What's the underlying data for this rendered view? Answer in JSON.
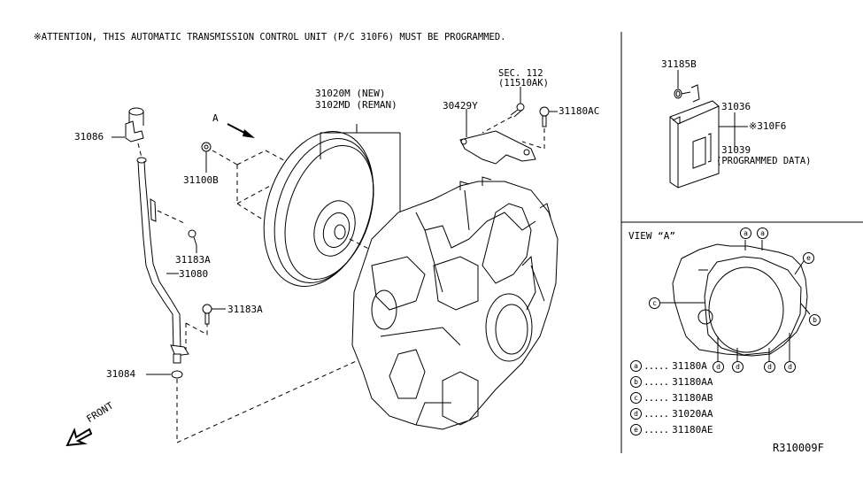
{
  "notice": "※ATTENTION, THIS AUTOMATIC TRANSMISSION CONTROL UNIT (P/C 310F6) MUST BE PROGRAMMED.",
  "diagram_id": "R310009F",
  "front_label": "FRONT",
  "view_arrow_label": "A",
  "main_parts": {
    "dipstick_tube_cap": "31086",
    "torque_converter_nut": "31100B",
    "bolt_upper": "31183A",
    "charging_pipe": "31080",
    "bolt_lower": "31183A",
    "o_ring": "31084",
    "transaxle_new": "31020M (NEW)",
    "transaxle_reman": "3102MD (REMAN)",
    "bracket": "30429Y",
    "sec_ref": "SEC. 112",
    "sec_ref_part": "(11510AK)",
    "bracket_bolt": "31180AC"
  },
  "control_unit": {
    "nut": "31185B",
    "unit": "31036",
    "program_ref": "※310F6",
    "program_part": "31039",
    "program_note": "(PROGRAMMED DATA)"
  },
  "view_a": {
    "title": "VIEW “A”",
    "markers": [
      "a",
      "a",
      "e",
      "c",
      "b",
      "d",
      "d",
      "d",
      "d"
    ],
    "legend": [
      {
        "key": "a",
        "dots": ".....",
        "part": "31180A"
      },
      {
        "key": "b",
        "dots": ".....",
        "part": "31180AA"
      },
      {
        "key": "c",
        "dots": ".....",
        "part": "31180AB"
      },
      {
        "key": "d",
        "dots": ".....",
        "part": "31020AA"
      },
      {
        "key": "e",
        "dots": ".....",
        "part": "31180AE"
      }
    ]
  }
}
